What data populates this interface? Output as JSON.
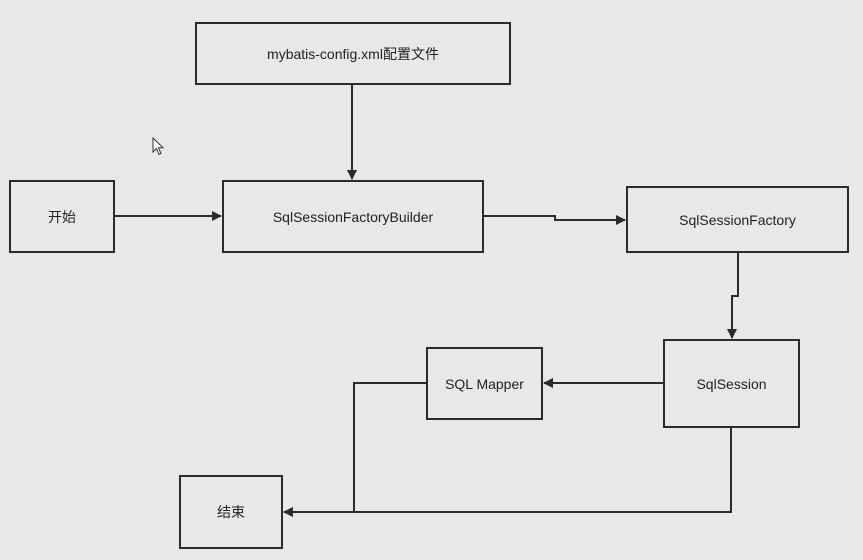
{
  "nodes": {
    "config": "mybatis-config.xml配置文件",
    "start": "开始",
    "builder": "SqlSessionFactoryBuilder",
    "factory": "SqlSessionFactory",
    "session": "SqlSession",
    "mapper": "SQL Mapper",
    "end": "结束"
  },
  "edges": [
    {
      "from": "config",
      "to": "builder"
    },
    {
      "from": "start",
      "to": "builder"
    },
    {
      "from": "builder",
      "to": "factory"
    },
    {
      "from": "factory",
      "to": "session"
    },
    {
      "from": "session",
      "to": "mapper"
    },
    {
      "from": "mapper",
      "to": "end"
    },
    {
      "from": "session",
      "to": "end"
    }
  ],
  "colors": {
    "background": "#e8e8e8",
    "stroke": "#2b2b2b"
  }
}
